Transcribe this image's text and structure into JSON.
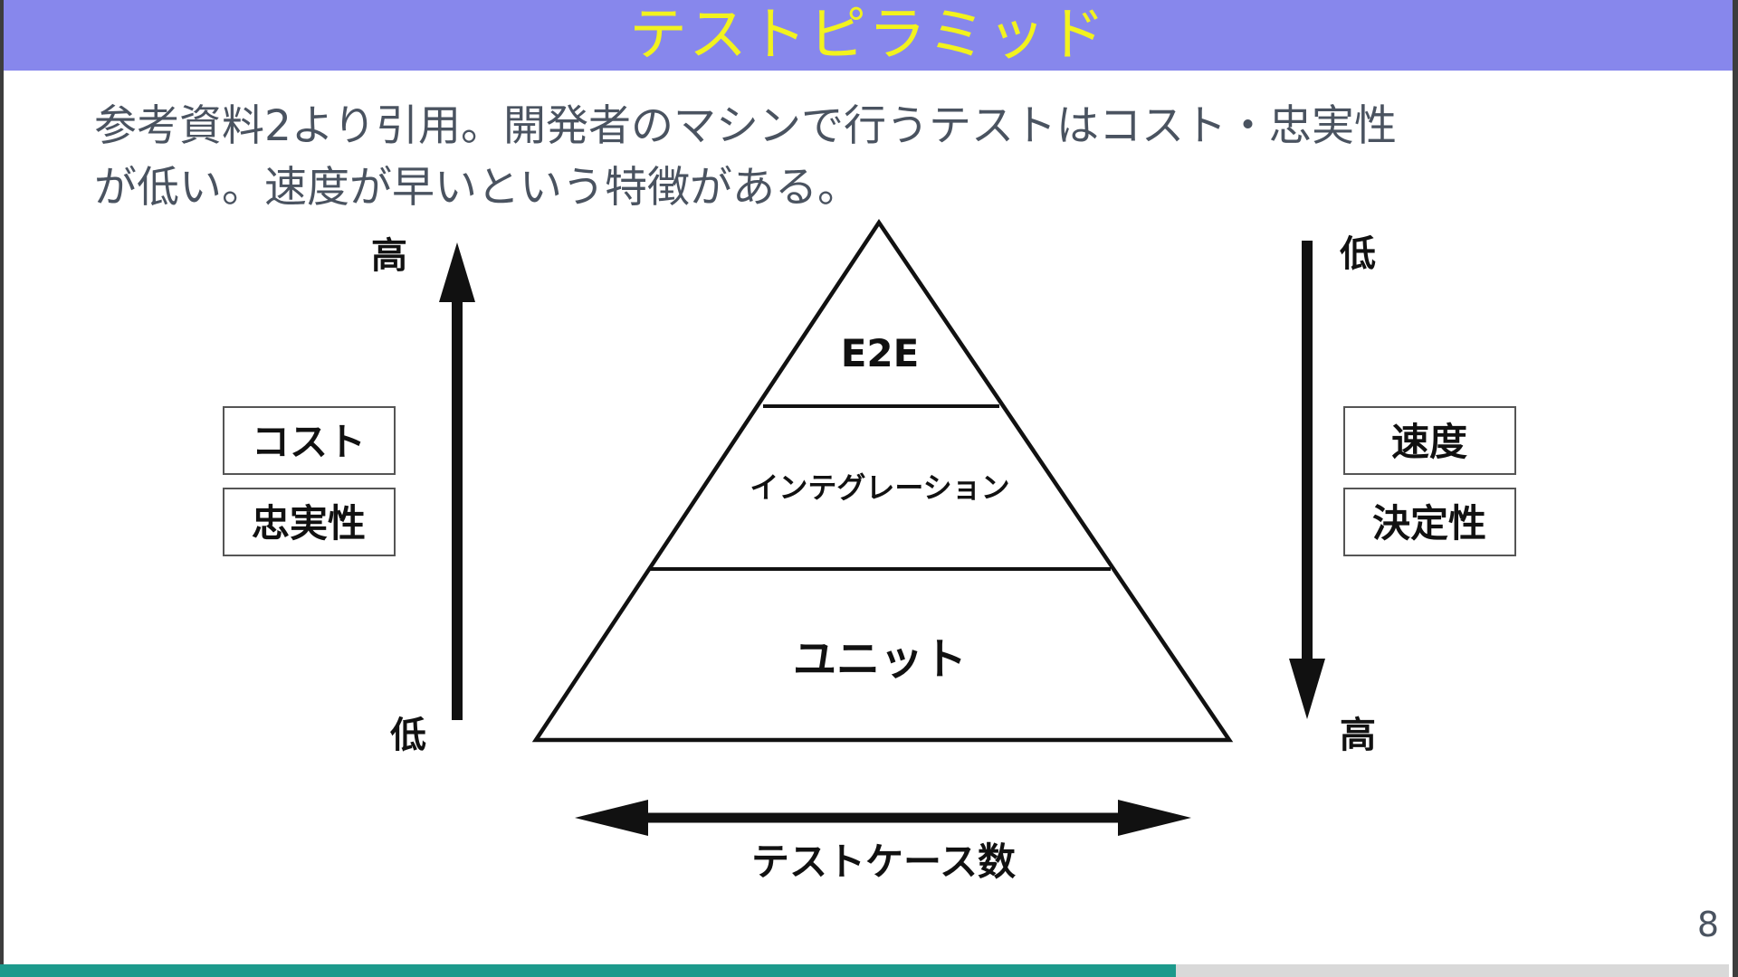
{
  "slide": {
    "title": "テストピラミッド",
    "body_line_1": "参考資料2より引用。開発者のマシンで行うテストはコスト・忠実性",
    "body_line_2": "が低い。速度が早いという特徴がある。",
    "page_number": "8",
    "progress": 0.68
  },
  "diagram": {
    "pyramid_levels": [
      "E2E",
      "インテグレーション",
      "ユニット"
    ],
    "left_arrow": {
      "top_label": "高",
      "bottom_label": "低"
    },
    "left_boxes": [
      "コスト",
      "忠実性"
    ],
    "right_arrow": {
      "top_label": "低",
      "bottom_label": "高"
    },
    "right_boxes": [
      "速度",
      "決定性"
    ],
    "bottom_axis_label": "テストケース数"
  },
  "colors": {
    "title_bar": "#8787ec",
    "title_text": "#f2f21e",
    "body_text": "#4a5360",
    "progress": "#1c9a8c"
  }
}
